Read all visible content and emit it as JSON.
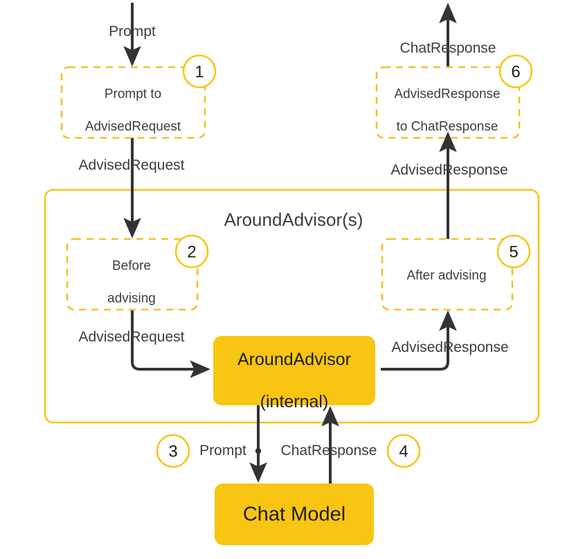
{
  "diagram": {
    "title": "Spring AI AroundAdvisor request/response flow",
    "colors": {
      "accent_yellow": "#F7C61A",
      "box_fill": "#F9C513",
      "dashed_stroke": "#F2C029",
      "arrow_stroke": "#333333",
      "text_dark": "#3D3D3D"
    },
    "group": {
      "title": "AroundAdvisor(s)"
    },
    "steps": [
      {
        "id": "1",
        "label": "1"
      },
      {
        "id": "2",
        "label": "2"
      },
      {
        "id": "3",
        "label": "3"
      },
      {
        "id": "4",
        "label": "4"
      },
      {
        "id": "5",
        "label": "5"
      },
      {
        "id": "6",
        "label": "6"
      }
    ],
    "dashed_nodes": [
      {
        "id": "prompt-to-advised-request",
        "line1": "Prompt to",
        "line2": "AdvisedRequest",
        "step": "1"
      },
      {
        "id": "before-advising",
        "line1": "Before",
        "line2": "advising",
        "step": "2"
      },
      {
        "id": "after-advising",
        "line1": "After advising",
        "line2": "",
        "step": "5"
      },
      {
        "id": "advised-response-to-chat-response",
        "line1": "AdvisedResponse",
        "line2": "to ChatResponse",
        "step": "6"
      }
    ],
    "solid_nodes": [
      {
        "id": "around-advisor-internal",
        "line1": "AroundAdvisor",
        "line2": "(internal)"
      },
      {
        "id": "chat-model",
        "line1": "Chat Model",
        "line2": ""
      }
    ],
    "edge_labels": [
      {
        "id": "prompt-in",
        "text": "Prompt"
      },
      {
        "id": "chat-response-out",
        "text": "ChatResponse"
      },
      {
        "id": "advised-request-top",
        "text": "AdvisedRequest"
      },
      {
        "id": "advised-response-top",
        "text": "AdvisedResponse"
      },
      {
        "id": "advised-request-mid",
        "text": "AdvisedRequest"
      },
      {
        "id": "advised-response-mid",
        "text": "AdvisedResponse"
      },
      {
        "id": "prompt-to-model",
        "text": "Prompt"
      },
      {
        "id": "chat-response-from-model",
        "text": "ChatResponse"
      }
    ]
  }
}
